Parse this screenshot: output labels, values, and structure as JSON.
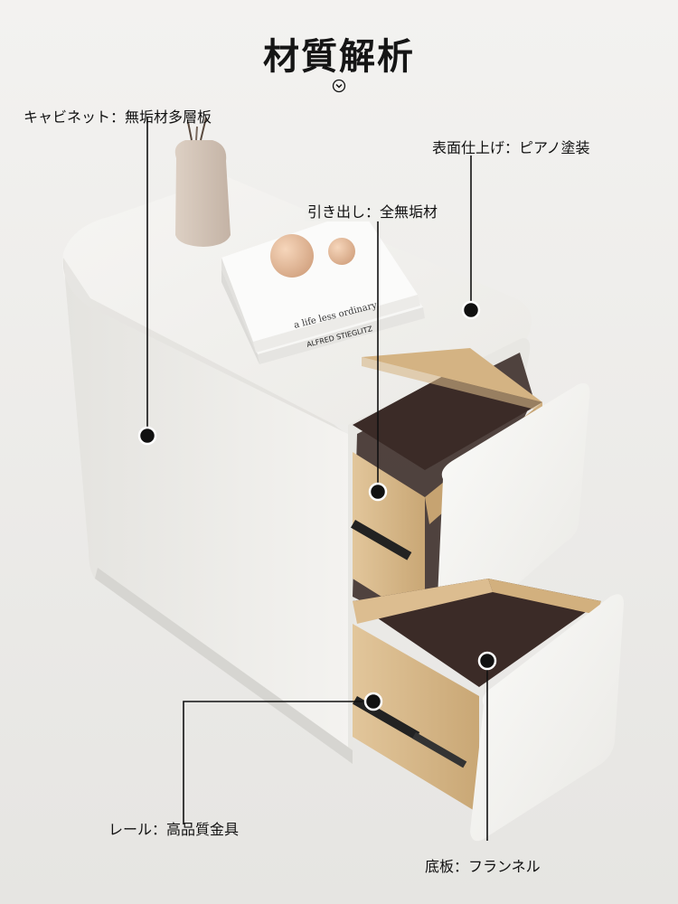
{
  "title": "材質解析",
  "title_icon": "chevron-down-circle-icon",
  "labels": {
    "cabinet": "キャビネット：無垢材多層板",
    "surface": "表面仕上げ：ピアノ塗装",
    "drawer": "引き出し：全無垢材",
    "rail": "レール：高品質金具",
    "bottom": "底板：フランネル"
  },
  "book": {
    "line1": "a life less ordinary",
    "line2": "ALFRED STIEGLITZ"
  },
  "colors": {
    "background": "#ecebe8",
    "cabinet": "#f2f1ee",
    "wood": "#d9b98a",
    "drawer_bottom": "#3d2c28",
    "marker": "#111111"
  }
}
